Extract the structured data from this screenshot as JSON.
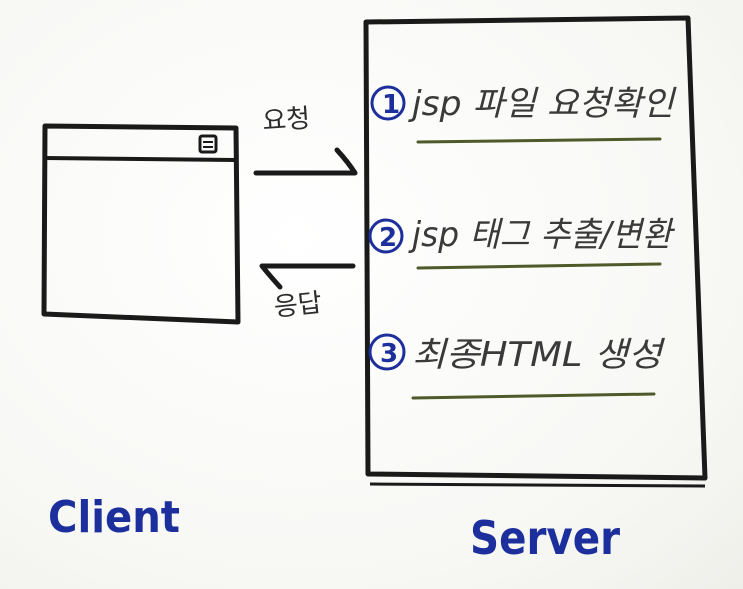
{
  "client": {
    "label": "Client"
  },
  "server": {
    "label": "Server",
    "steps": [
      {
        "number": "1",
        "text": "jsp 파일 요청확인"
      },
      {
        "number": "2",
        "text": "jsp 태그 추출/변환"
      },
      {
        "number": "3",
        "text": "최종HTML 생성"
      }
    ]
  },
  "arrows": {
    "request_label": "요청",
    "response_label": "응답"
  },
  "colors": {
    "ink": "#1a1a1a",
    "blue_ink": "#1c2f9c",
    "underline": "#4f5a2a"
  }
}
